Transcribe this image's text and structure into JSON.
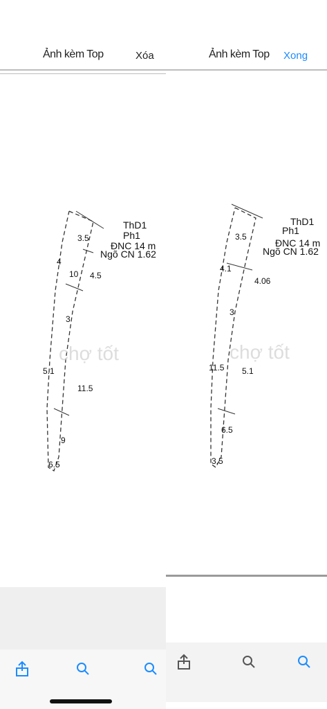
{
  "left": {
    "nav_title": "Ảnh kèm Top",
    "nav_action": "Xóa",
    "plan_labels": [
      "ThD1",
      "Ph1",
      "ĐNC 14 m",
      "Ngõ CN 1.62",
      "4",
      "10",
      "3.5",
      "5.1",
      "3",
      "11.5",
      "9",
      "6.5",
      "4.5"
    ],
    "watermark": "chợ tốt"
  },
  "right": {
    "nav_title": "Ảnh kèm Top",
    "nav_action": "Xong",
    "plan_labels": [
      "ThD1",
      "Ph1",
      "ĐNC 14 m",
      "Ngõ CN 1.62",
      "4.1",
      "4.06",
      "3.5",
      "5.1",
      "3",
      "11.5",
      "6.5",
      "3.5"
    ],
    "watermark": "chợ tốt"
  },
  "toolbar": {
    "icons": [
      "share-icon",
      "search-icon",
      "zoom-icon"
    ]
  },
  "colors": {
    "accent": "#1a8cff",
    "divider": "#bdbdbd",
    "toolbar_bg": "#f7f7f7"
  }
}
